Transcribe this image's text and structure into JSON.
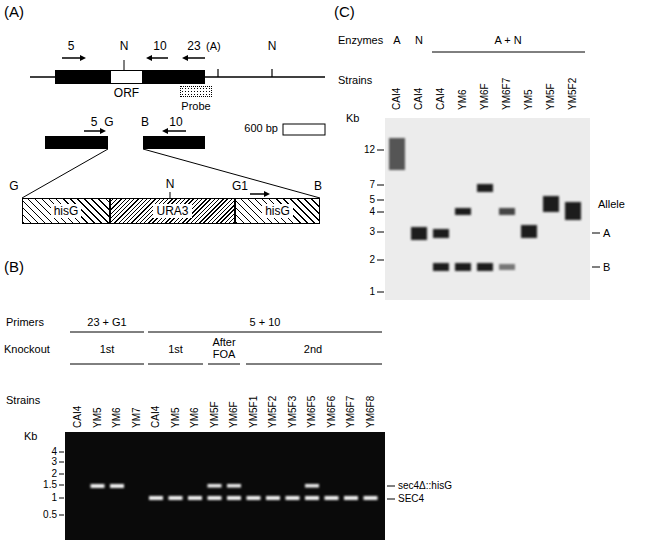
{
  "diagram": {
    "nodes": [
      {
        "text": [
          "ORF"
        ]
      },
      {
        "text": [
          "Probe"
        ]
      },
      {
        "text": [
          "hisG"
        ]
      },
      {
        "text": [
          "URA3"
        ]
      },
      {
        "text": [
          "hisG"
        ]
      }
    ],
    "labels": [
      "(A)",
      "5",
      "N",
      "10",
      "23",
      "(A)",
      "N",
      "5",
      "G",
      "B",
      "10",
      "600 bp",
      "G",
      "N",
      "G1",
      "B",
      "(B)",
      "Primers",
      "23 + G1",
      "5 + 10",
      "Knockout",
      "1st",
      "1st",
      "After FOA",
      "2nd",
      "Strains",
      "CAI4",
      "YM5",
      "YM6",
      "YM7",
      "CAI4",
      "YM5",
      "YM6",
      "YM5F",
      "YM6F",
      "YM5F1",
      "YM5F2",
      "YM5F3",
      "YM6F5",
      "YM6F6",
      "YM6F7",
      "YM6F8",
      "Kb",
      "4",
      "3",
      "2",
      "1.5",
      "1",
      "0.5",
      "sec4Δ::hisG",
      "SEC4",
      "(C)",
      "Enzymes",
      "A",
      "N",
      "A + N",
      "Strains",
      "CAI4",
      "CAI4",
      "CAI4",
      "YM6",
      "YM6F",
      "YM6F7",
      "YM5",
      "YM5F",
      "YM5F2",
      "Kb",
      "12",
      "7",
      "5",
      "4",
      "3",
      "2",
      "1",
      "Allele",
      "A",
      "B"
    ]
  }
}
